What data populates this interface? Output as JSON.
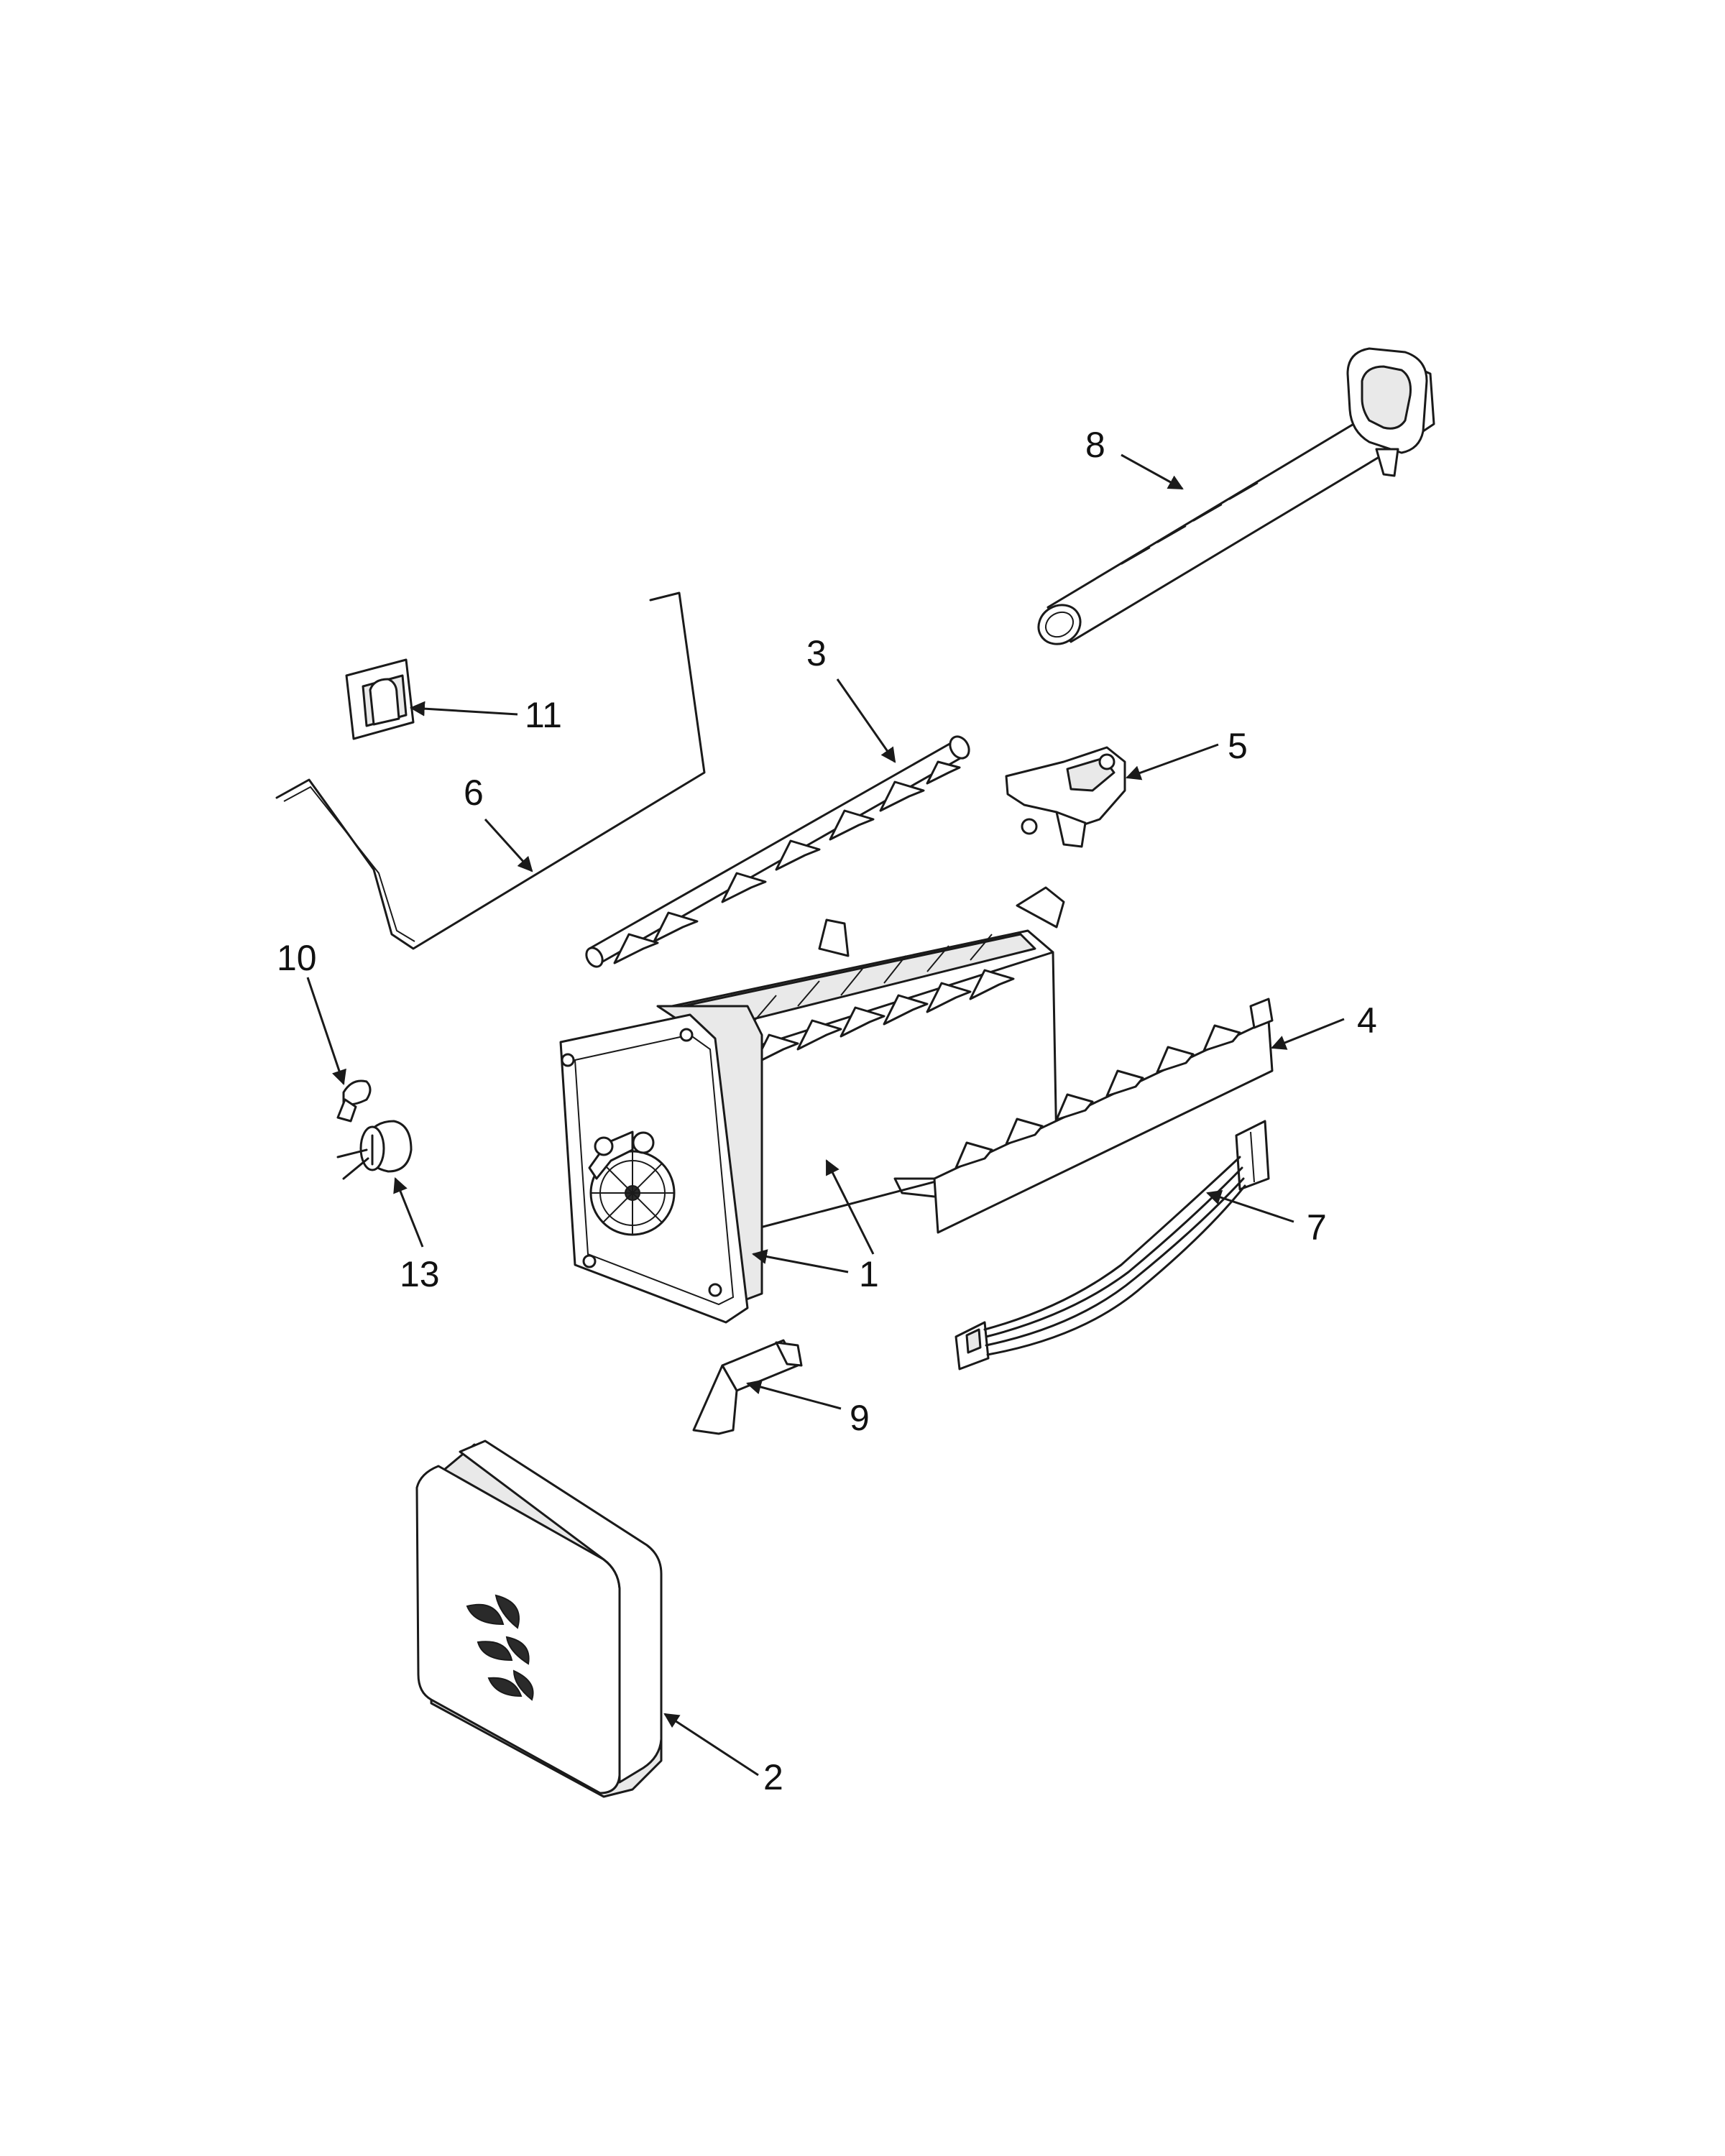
{
  "callouts": {
    "c1": "1",
    "c2": "2",
    "c3": "3",
    "c4": "4",
    "c5": "5",
    "c6": "6",
    "c7": "7",
    "c8": "8",
    "c9": "9",
    "c10": "10",
    "c11": "11",
    "c13": "13"
  },
  "colors": {
    "line": "#1a1a1a",
    "background": "#ffffff",
    "shading": "#e9e9e9"
  }
}
